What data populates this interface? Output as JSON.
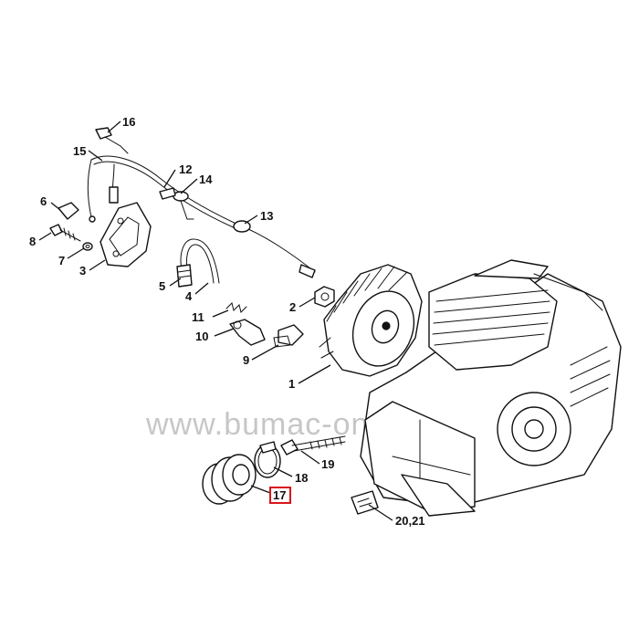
{
  "watermark": "www.bumac-onderdelen.nl",
  "highlight_color": "#d9161c",
  "labels": {
    "p1": "1",
    "p2": "2",
    "p3": "3",
    "p4": "4",
    "p5": "5",
    "p6": "6",
    "p7": "7",
    "p8": "8",
    "p9": "9",
    "p10": "10",
    "p11": "11",
    "p12": "12",
    "p13": "13",
    "p14": "14",
    "p15": "15",
    "p16": "16",
    "p17": "17",
    "p18": "18",
    "p19": "19",
    "p20_21": "20,21"
  }
}
